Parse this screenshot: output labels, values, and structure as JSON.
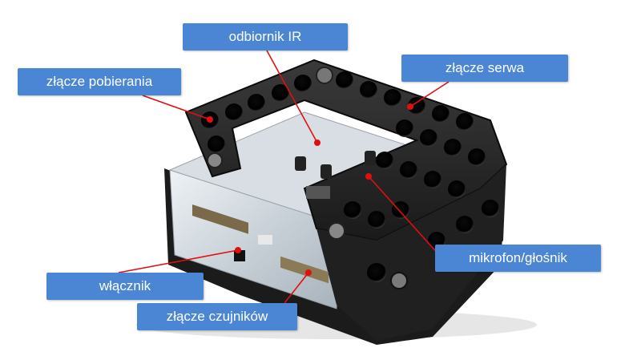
{
  "labels": {
    "odbiornik_ir": "odbiornik IR",
    "zlacze_serwa": "złącze serwa",
    "zlacze_pobierania": "złącze pobierania",
    "mikrofon_glosnik": "mikrofon/głośnik",
    "wlacznik": "włącznik",
    "zlacze_czujnikow": "złącze czujników"
  },
  "colors": {
    "label_bg": "#4a86d4",
    "label_text": "#ffffff",
    "leader_line": "#e01010",
    "device_body": "#1e1e1e",
    "device_clear": "#cfd6dc"
  }
}
